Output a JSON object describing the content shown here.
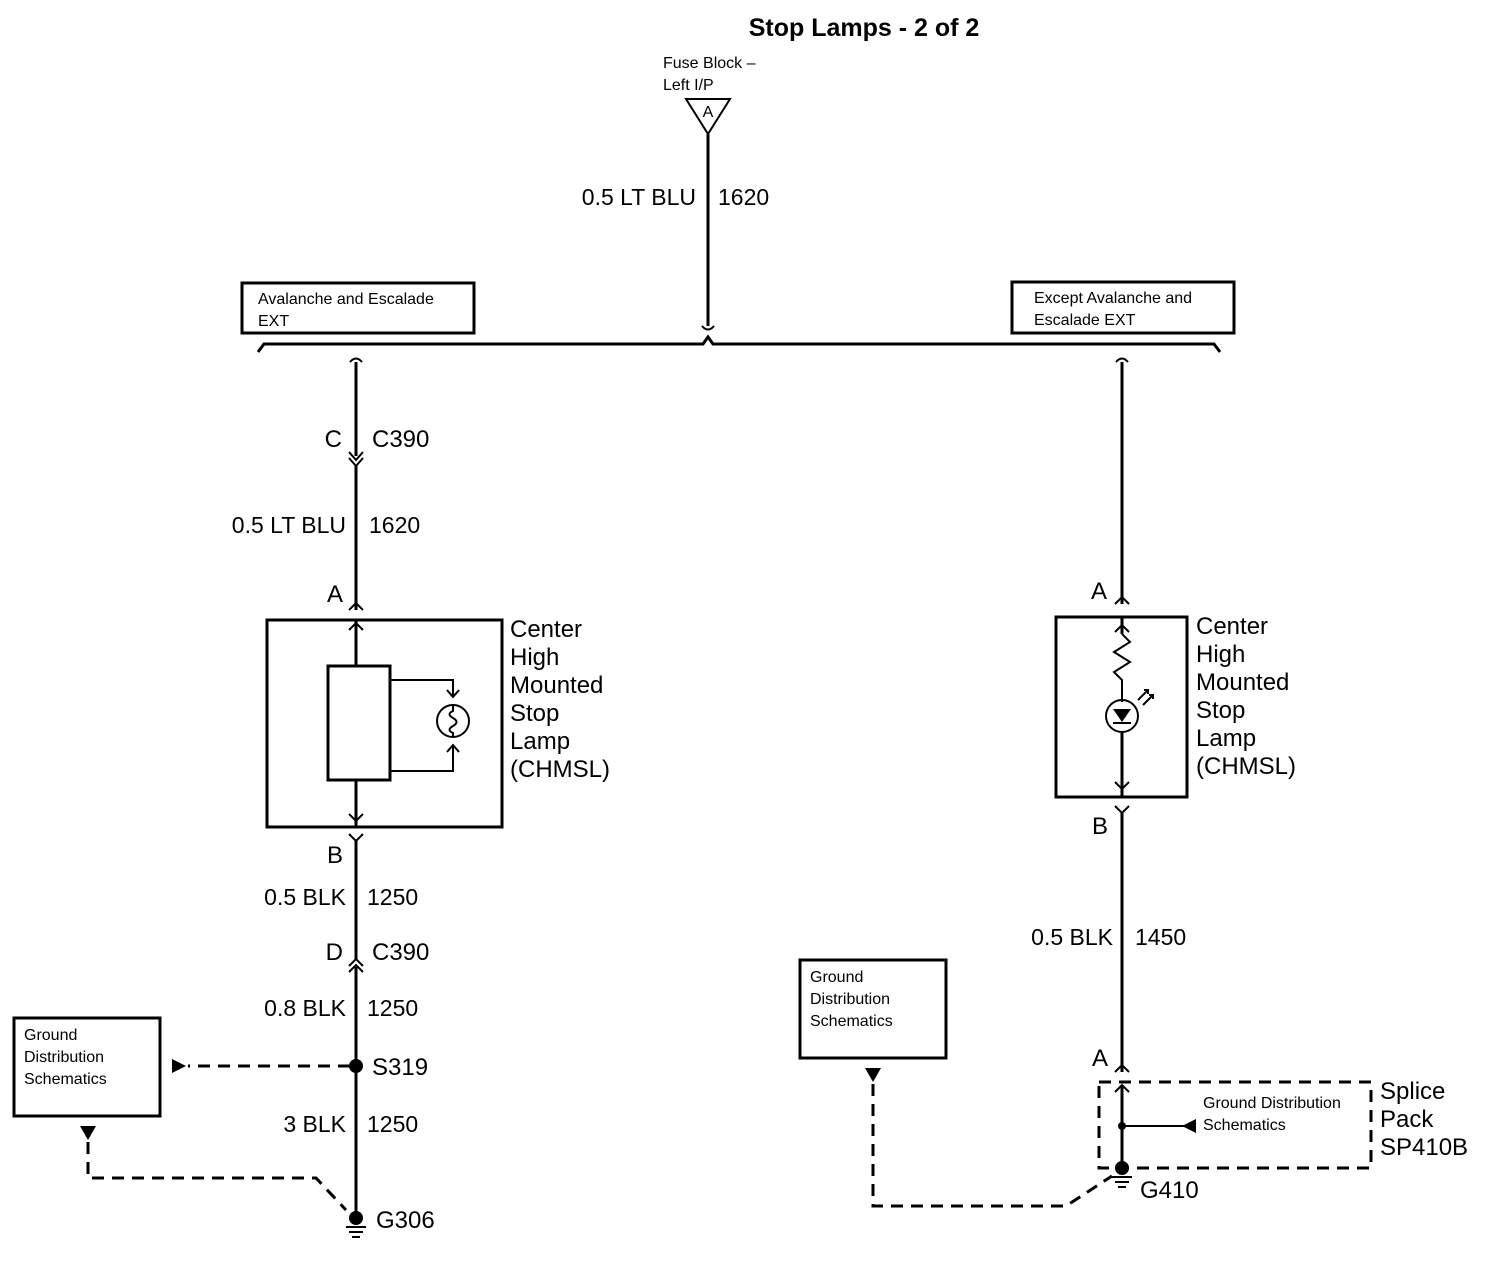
{
  "title": "Stop Lamps - 2 of 2",
  "fuse_block": {
    "line1": "Fuse Block –",
    "line2": "Left I/P",
    "pin": "A"
  },
  "feed_wire": {
    "gauge_color": "0.5 LT BLU",
    "circuit": "1620"
  },
  "option_left": {
    "line1": "Avalanche and Escalade",
    "line2": "EXT"
  },
  "option_right": {
    "line1": "Except Avalanche and",
    "line2": "Escalade EXT"
  },
  "left": {
    "connector_top": {
      "pin": "C",
      "name": "C390"
    },
    "wire1": {
      "gauge_color": "0.5 LT BLU",
      "circuit": "1620"
    },
    "lamp_pin_in": "A",
    "lamp_pin_out": "B",
    "lamp_name": [
      "Center",
      "High",
      "Mounted",
      "Stop",
      "Lamp",
      "(CHMSL)"
    ],
    "wire2": {
      "gauge_color": "0.5 BLK",
      "circuit": "1250"
    },
    "connector_bottom": {
      "pin": "D",
      "name": "C390"
    },
    "wire3": {
      "gauge_color": "0.8 BLK",
      "circuit": "1250"
    },
    "splice": "S319",
    "wire4": {
      "gauge_color": "3 BLK",
      "circuit": "1250"
    },
    "ground": "G306",
    "ref_box": [
      "Ground",
      "Distribution",
      "Schematics"
    ]
  },
  "right": {
    "lamp_pin_in": "A",
    "lamp_pin_out": "B",
    "lamp_name": [
      "Center",
      "High",
      "Mounted",
      "Stop",
      "Lamp",
      "(CHMSL)"
    ],
    "wire1": {
      "gauge_color": "0.5 BLK",
      "circuit": "1450"
    },
    "splice_pin": "A",
    "splice_pack": [
      "Splice",
      "Pack",
      "SP410B"
    ],
    "splice_ref": [
      "Ground Distribution",
      "Schematics"
    ],
    "ground": "G410",
    "ref_box": [
      "Ground",
      "Distribution",
      "Schematics"
    ]
  }
}
